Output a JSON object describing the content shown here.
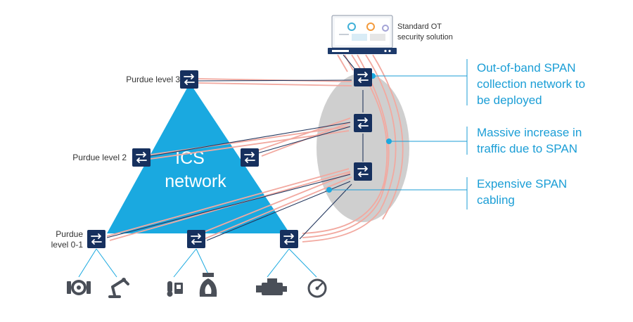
{
  "triangle": {
    "line1": "ICS",
    "line2": "network"
  },
  "levels": {
    "level3": "Purdue level 3",
    "level2": "Purdue level 2",
    "level01_line1": "Purdue",
    "level01_line2": "level 0-1"
  },
  "server": {
    "line1": "Standard OT",
    "line2": "security solution"
  },
  "callouts": [
    {
      "lines": [
        "Out-of-band SPAN",
        "collection network to",
        "be deployed"
      ]
    },
    {
      "lines": [
        "Massive increase in",
        "traffic due to SPAN"
      ]
    },
    {
      "lines": [
        "Expensive SPAN",
        "cabling"
      ]
    }
  ],
  "devices": [
    "turbine-icon",
    "robot-arm-icon",
    "temperature-sensor-icon",
    "fire-burner-icon",
    "engine-icon",
    "gauge-icon"
  ],
  "colors": {
    "ics_blue": "#1aa9e0",
    "switch_navy": "#16305e",
    "span_pink": "#f2a9a0",
    "link_navy": "#23375e",
    "collection_gray": "#cfcfcf",
    "callout_blue": "#1b9ed6"
  }
}
